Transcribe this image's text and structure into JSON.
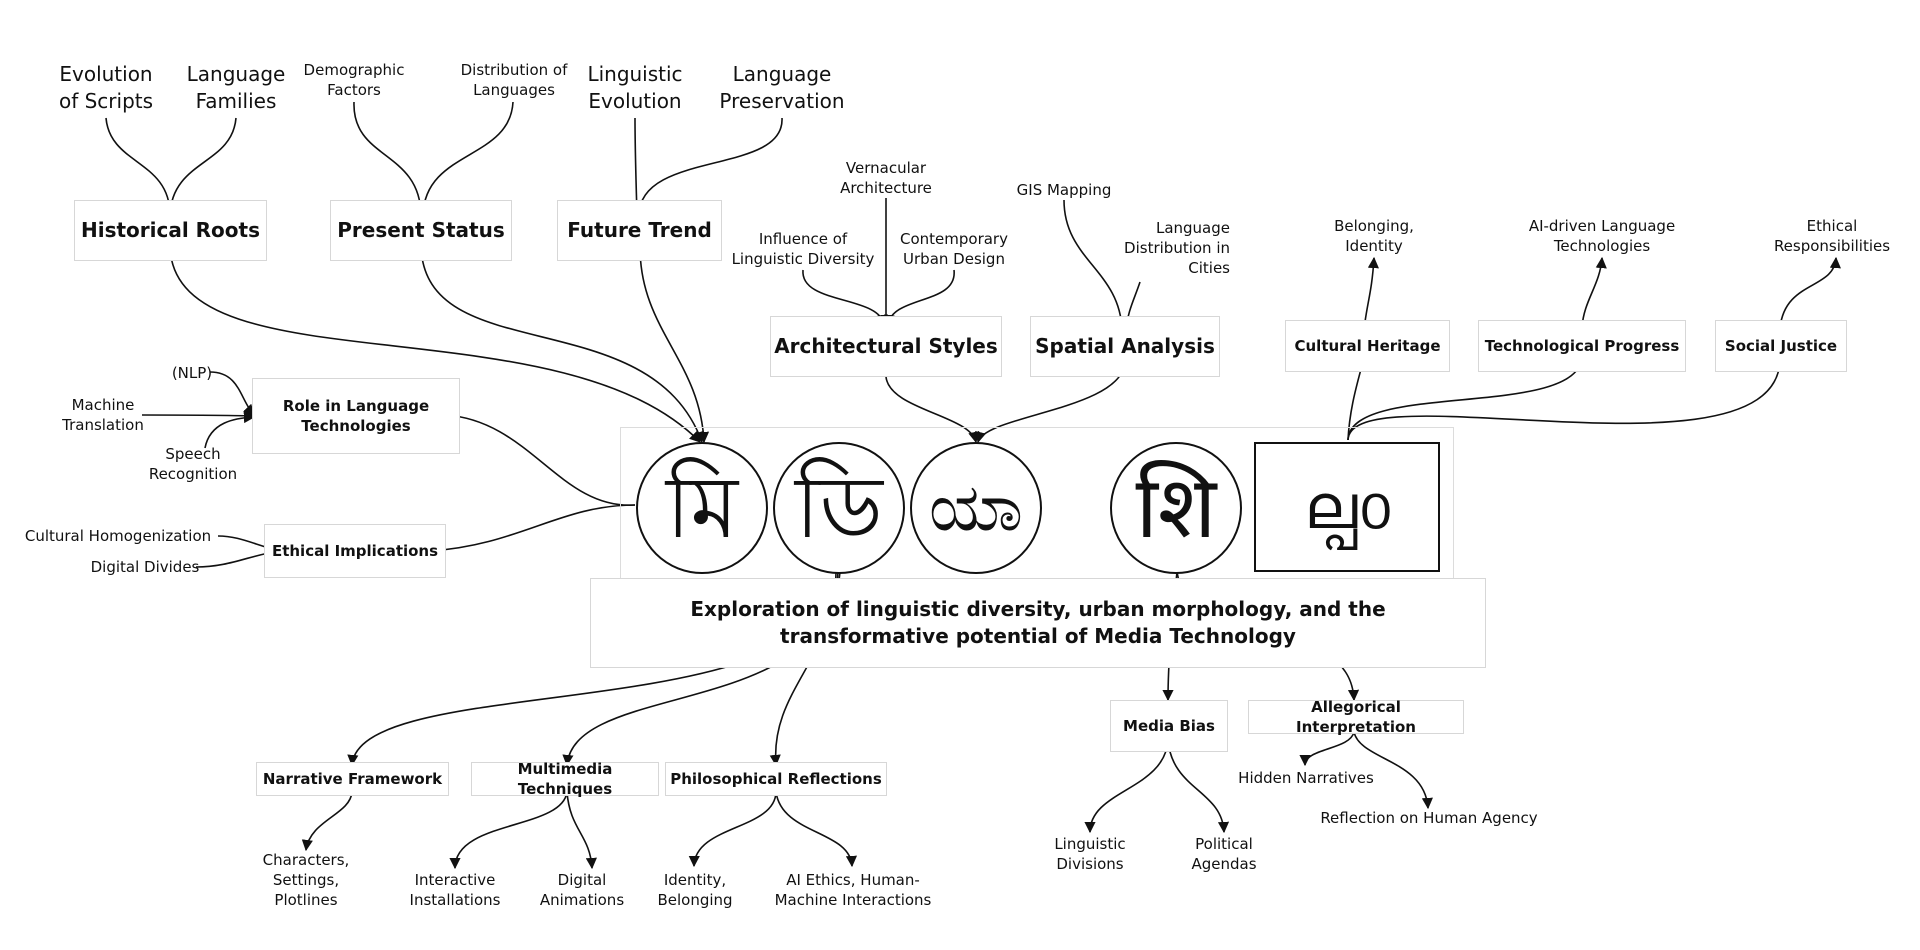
{
  "title": "Exploration of linguistic diversity, urban morphology, and the transformative potential of Media Technology",
  "glyphs": [
    "মি",
    "ডি",
    "ಯಾ",
    "शि",
    "ല്പ൦"
  ],
  "nodes": {
    "historical_roots": "Historical Roots",
    "present_status": "Present Status",
    "future_trend": "Future Trend",
    "evolution_scripts": "Evolution of Scripts",
    "language_families": "Language Families",
    "demographic_factors": "Demographic Factors",
    "distribution_languages": "Distribution of Languages",
    "linguistic_evolution": "Linguistic Evolution",
    "language_preservation": "Language Preservation",
    "architectural_styles": "Architectural Styles",
    "spatial_analysis": "Spatial Analysis",
    "vernacular_architecture": "Vernacular Architecture",
    "influence_linguistic_diversity": "Influence of Linguistic Diversity",
    "contemporary_urban_design": "Contemporary Urban Design",
    "gis_mapping": "GIS Mapping",
    "language_distribution_cities": "Language Distribution in Cities",
    "cultural_heritage": "Cultural Heritage",
    "technological_progress": "Technological Progress",
    "social_justice": "Social Justice",
    "belonging_identity": "Belonging, Identity",
    "ai_driven_tech": "AI-driven Language Technologies",
    "ethical_responsibilities": "Ethical Responsibilities",
    "role_language_tech": "Role in Language Technologies",
    "nlp": "(NLP)",
    "machine_translation": "Machine Translation",
    "speech_recognition": "Speech Recognition",
    "ethical_implications": "Ethical Implications",
    "cultural_homogenization": "Cultural Homogenization",
    "digital_divides": "Digital Divides",
    "narrative_framework": "Narrative Framework",
    "multimedia_techniques": "Multimedia Techniques",
    "philosophical_reflections": "Philosophical Reflections",
    "characters_settings": "Characters, Settings, Plotlines",
    "interactive_installations": "Interactive Installations",
    "digital_animations": "Digital Animations",
    "identity_belonging": "Identity, Belonging",
    "ai_ethics": "AI Ethics, Human-Machine Interactions",
    "media_bias": "Media Bias",
    "allegorical_interpretation": "Allegorical Interpretation",
    "linguistic_divisions": "Linguistic Divisions",
    "political_agendas": "Political Agendas",
    "hidden_narratives": "Hidden Narratives",
    "reflection_human_agency": "Reflection on Human Agency"
  }
}
